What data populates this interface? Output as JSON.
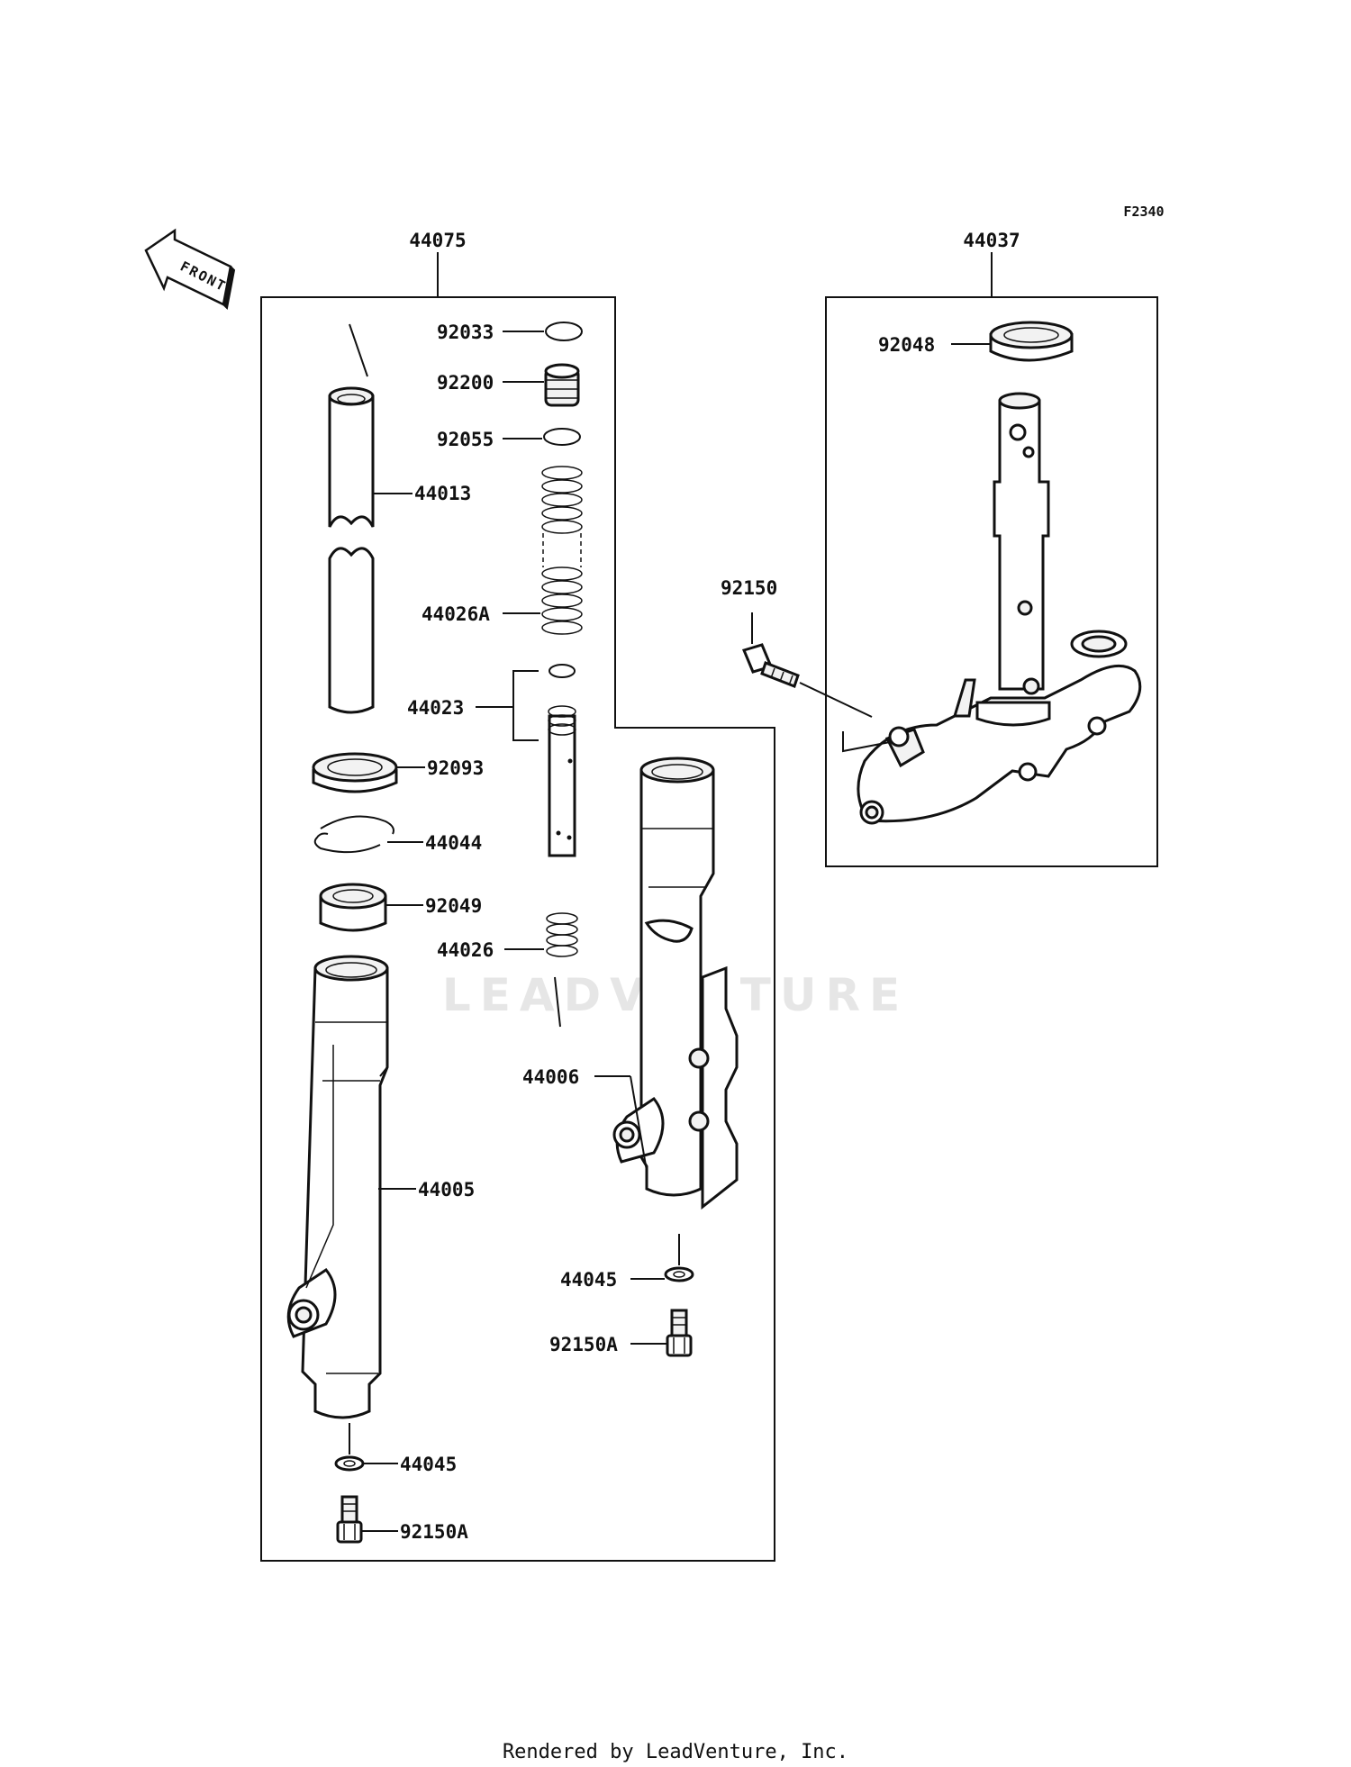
{
  "diagram": {
    "ref_code": "F2340",
    "front_label": "FRONT",
    "watermark": "LEADVENTURE",
    "footer": "Rendered by LeadVenture, Inc.",
    "groups": [
      {
        "id": "44075",
        "label": "44075"
      },
      {
        "id": "44037",
        "label": "44037"
      }
    ],
    "parts": [
      {
        "id": "92033",
        "label": "92033"
      },
      {
        "id": "92200",
        "label": "92200"
      },
      {
        "id": "92055",
        "label": "92055"
      },
      {
        "id": "44013",
        "label": "44013"
      },
      {
        "id": "44026A",
        "label": "44026A"
      },
      {
        "id": "44023",
        "label": "44023"
      },
      {
        "id": "92093",
        "label": "92093"
      },
      {
        "id": "44044",
        "label": "44044"
      },
      {
        "id": "92049",
        "label": "92049"
      },
      {
        "id": "44026",
        "label": "44026"
      },
      {
        "id": "44006",
        "label": "44006"
      },
      {
        "id": "44005",
        "label": "44005"
      },
      {
        "id": "44045_right",
        "label": "44045"
      },
      {
        "id": "92150A_right",
        "label": "92150A"
      },
      {
        "id": "44045_left",
        "label": "44045"
      },
      {
        "id": "92150A_left",
        "label": "92150A"
      },
      {
        "id": "92048",
        "label": "92048"
      },
      {
        "id": "92150",
        "label": "92150"
      }
    ]
  }
}
